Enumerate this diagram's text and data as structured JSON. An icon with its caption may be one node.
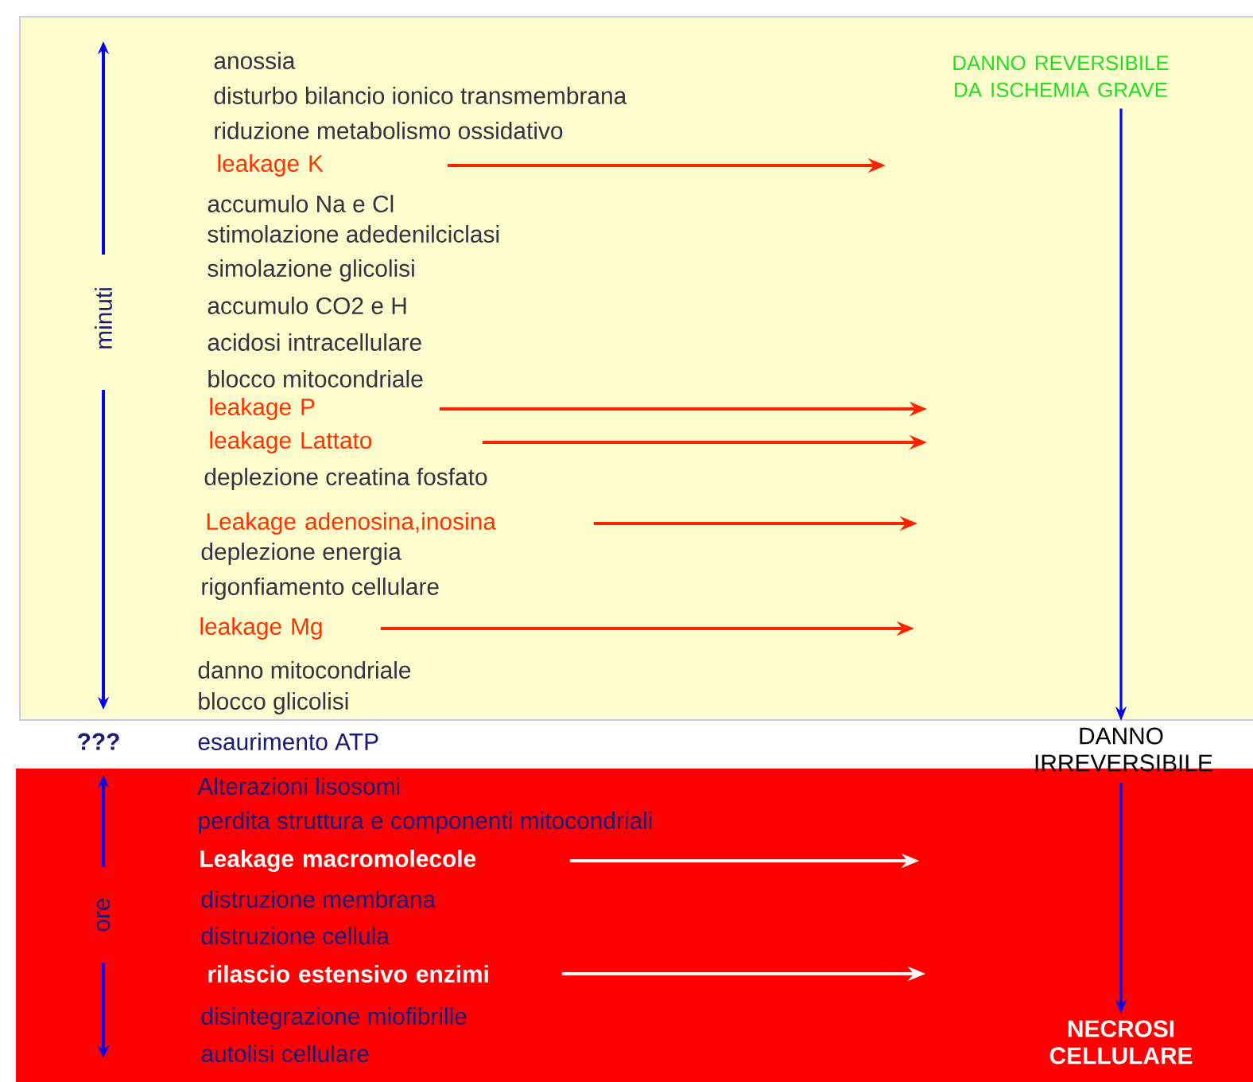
{
  "diagram": {
    "nodes": [
      {
        "text": [],
        "shape": "box"
      },
      {
        "text": [
          "DANNO REVERSIBILE DA ISCHEMIA GRAVE"
        ],
        "in": 0
      },
      {
        "text": [
          "leakage K"
        ],
        "in": 0
      },
      {
        "text": [
          "leakage P"
        ],
        "in": 0
      },
      {
        "text": [
          "leakage Lattato"
        ],
        "in": 0
      },
      {
        "text": [
          "Leakage adenosina,inosina"
        ],
        "in": 0
      },
      {
        "text": [
          "leakage Mg"
        ],
        "in": 0
      },
      {
        "text": [
          "DANNO IRREVERSIBILE"
        ]
      },
      {
        "text": [],
        "shape": "box"
      },
      {
        "text": [
          "Leakage macromolecole"
        ],
        "in": 8
      },
      {
        "text": [
          "rilascio estensivo enzimi"
        ],
        "in": 8
      },
      {
        "text": [
          "NECROSI CELLULARE"
        ],
        "in": 8
      }
    ],
    "edges": [
      {
        "from": 2,
        "to": null,
        "arrow": "to"
      },
      {
        "from": 3,
        "to": null,
        "arrow": "to"
      },
      {
        "from": 4,
        "to": null,
        "arrow": "to"
      },
      {
        "from": 5,
        "to": null,
        "arrow": "to"
      },
      {
        "from": 6,
        "to": null,
        "arrow": "to"
      },
      {
        "from": 9,
        "to": null,
        "arrow": "to",
        "color": "#ffffff"
      },
      {
        "from": 10,
        "to": null,
        "arrow": "to",
        "color": "#ffffff"
      },
      {
        "from": 1,
        "to": 7,
        "arrow": "to",
        "color": "#0000ff"
      },
      {
        "from": 7,
        "to": 11,
        "arrow": "to",
        "color": "#0000ff"
      }
    ],
    "labels": [
      "minuti",
      "anossia",
      "disturbo bilancio ionico transmembrana",
      "riduzione metabolismo ossidativo",
      "accumulo Na e Cl",
      "stimolazione adedenilciclasi",
      "simolazione glicolisi",
      "accumulo CO2 e H",
      "acidosi intracellulare",
      "blocco mitocondriale",
      "deplezione creatina fosfato",
      "deplezione energia",
      "rigonfiamento cellulare",
      "danno mitocondriale",
      "blocco glicolisi",
      "???",
      "esaurimento ATP",
      "ore",
      "Alterazioni lisosomi",
      "perdita struttura e componenti mitocondriali",
      "distruzione membrana",
      "distruzione cellula",
      "disintegrazione miofibrille",
      "autolisi cellulare"
    ]
  }
}
